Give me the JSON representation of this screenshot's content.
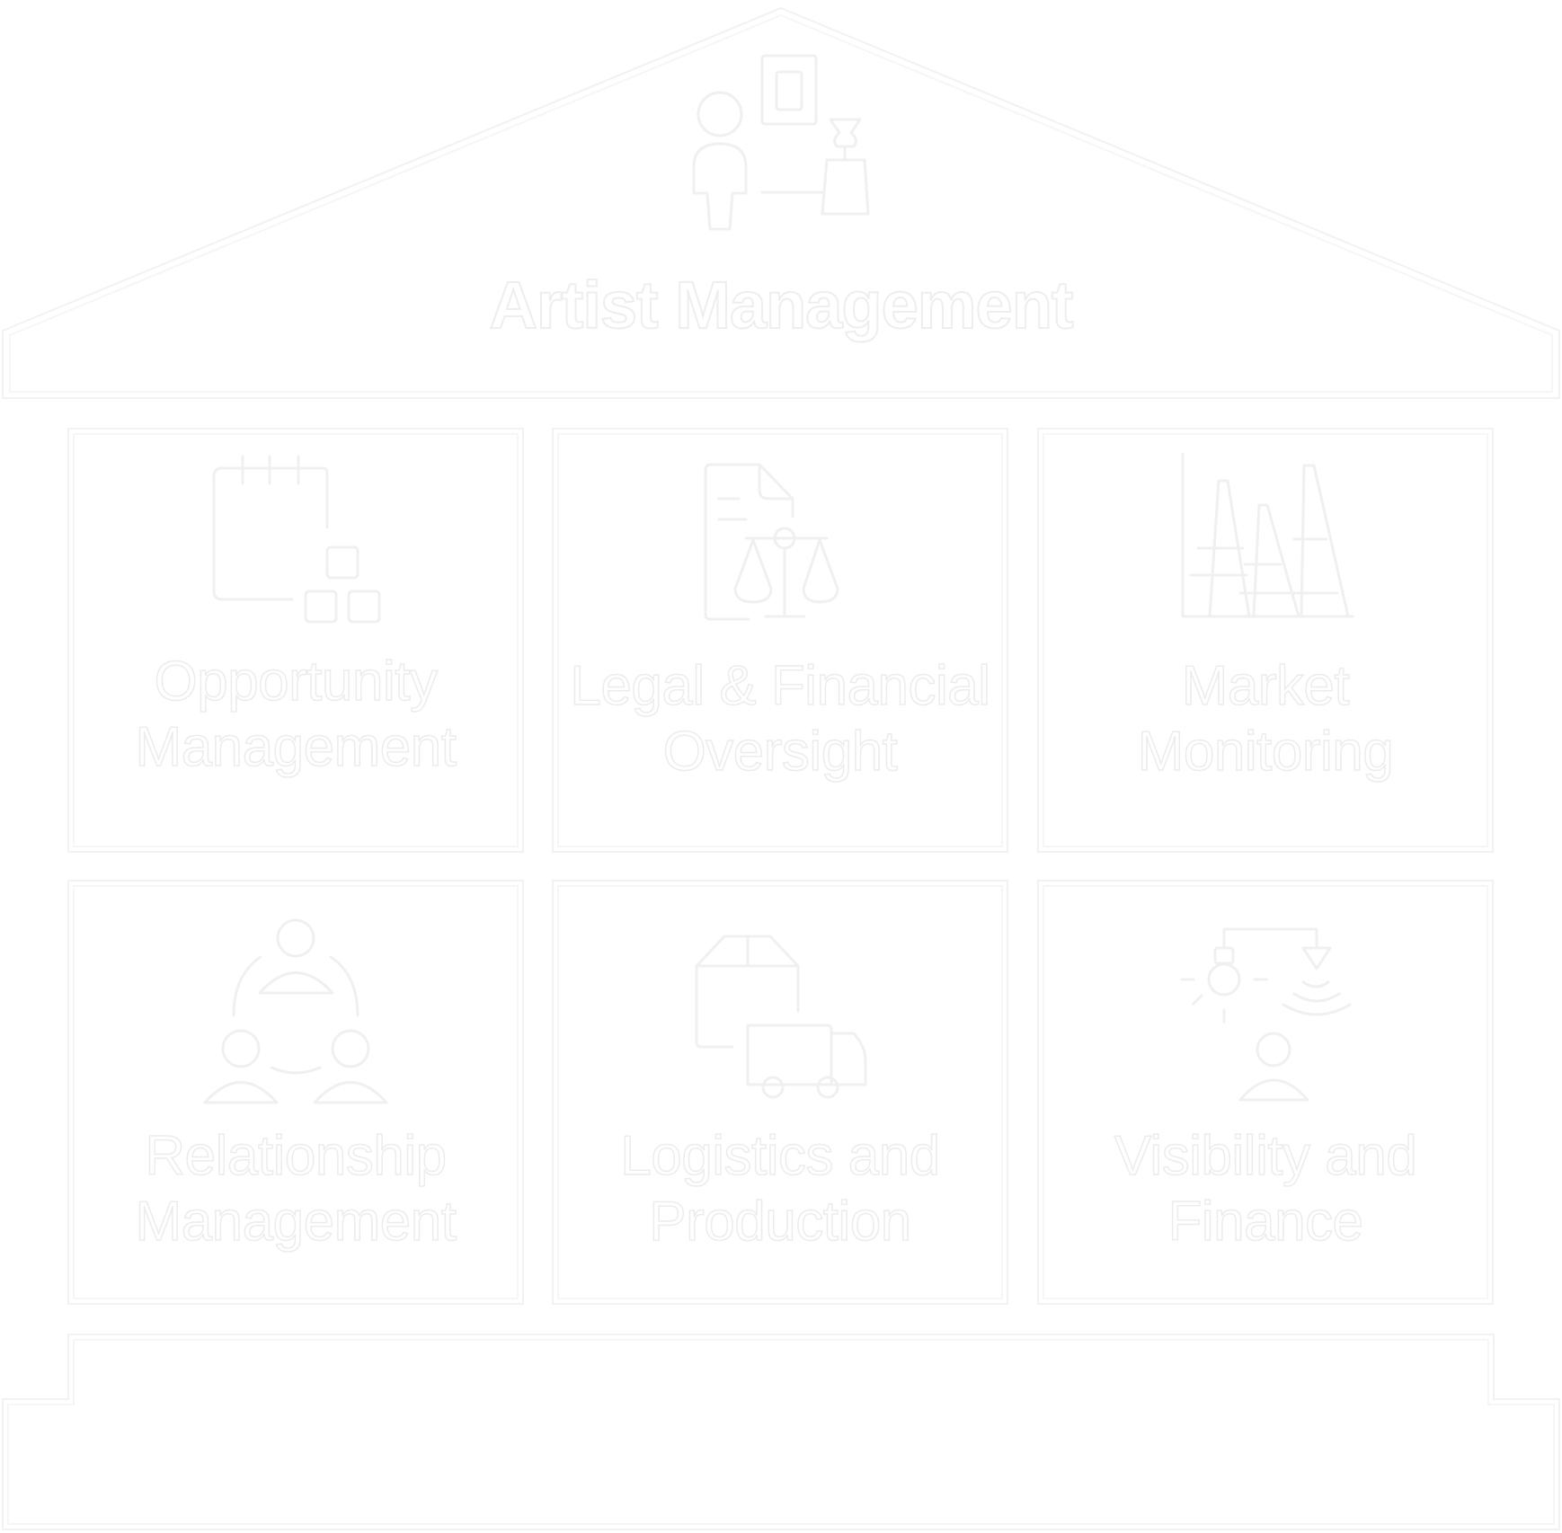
{
  "diagram": {
    "type": "house",
    "roof": {
      "title": "Artist Management",
      "icon": "artist-with-artwork-and-sculpture-icon"
    },
    "pillars": [
      {
        "label": "Opportunity Management",
        "lines": [
          "Opportunity",
          "Management"
        ],
        "icon": "calendar-blocks-icon"
      },
      {
        "label": "Legal & Financial Oversight",
        "lines": [
          "Legal & Financial",
          "Oversight"
        ],
        "icon": "document-scales-icon"
      },
      {
        "label": "Market Monitoring",
        "lines": [
          "Market",
          "Monitoring"
        ],
        "icon": "peak-chart-icon"
      },
      {
        "label": "Relationship Management",
        "lines": [
          "Relationship",
          "Management"
        ],
        "icon": "people-network-icon"
      },
      {
        "label": "Logistics and Production",
        "lines": [
          "Logistics and",
          "Production"
        ],
        "icon": "box-truck-icon"
      },
      {
        "label": "Visibility and Finance",
        "lines": [
          "Visibility and",
          "Finance"
        ],
        "icon": "spotlight-audience-icon"
      }
    ],
    "foundation": {
      "label": ""
    },
    "colors": {
      "background": "#ffffff",
      "stroke": "#f2f2f2",
      "text_fill": "#ffffff",
      "text_outline": "#ececec"
    }
  }
}
